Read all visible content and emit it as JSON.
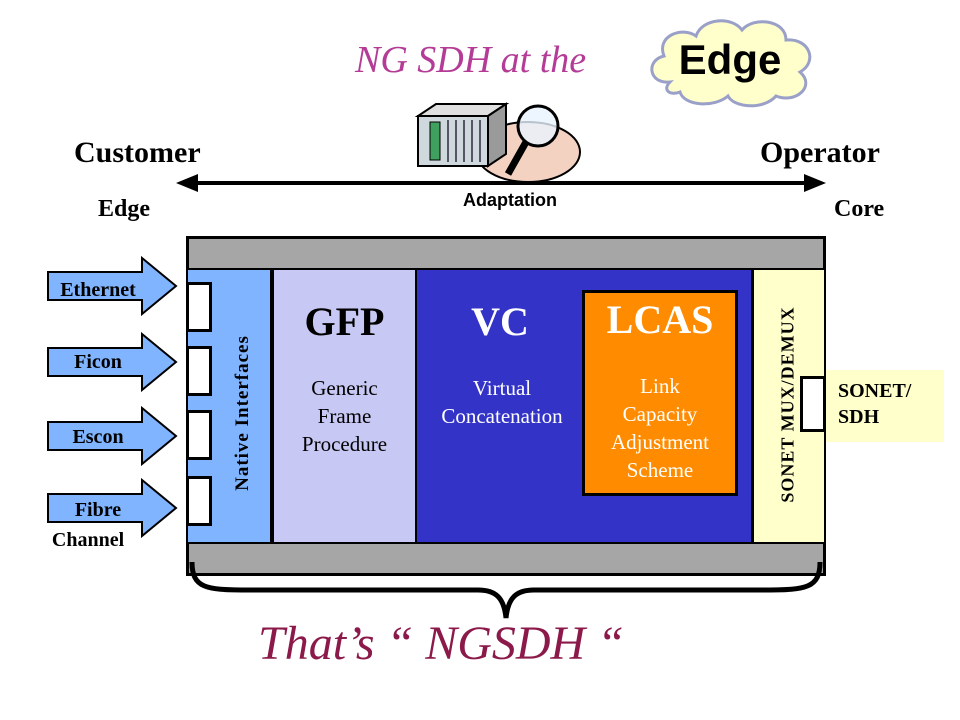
{
  "title": {
    "prefix": "NG SDH at the",
    "cloud": "Edge"
  },
  "axis": {
    "left_top": "Customer",
    "left_bottom": "Edge",
    "right_top": "Operator",
    "right_bottom": "Core",
    "middle": "Adaptation"
  },
  "inputs": [
    "Ethernet",
    "Ficon",
    "Escon",
    "Fibre",
    "Channel"
  ],
  "blocks": {
    "native": "Native  Interfaces",
    "gfp": {
      "title": "GFP",
      "lines": [
        "Generic",
        "Frame",
        "Procedure"
      ]
    },
    "vc": {
      "title": "VC",
      "lines": [
        "Virtual",
        "Concatenation"
      ]
    },
    "lcas": {
      "title": "LCAS",
      "lines": [
        "Link",
        "Capacity",
        "Adjustment",
        "Scheme"
      ]
    },
    "mux": "SONET  MUX/DEMUX"
  },
  "output": {
    "line1": "SONET/",
    "line2": "SDH"
  },
  "footer": "That’s “ NGSDH “",
  "colors": {
    "title": "#b43c96",
    "footer": "#8b1a4a",
    "native": "#80b4ff",
    "gfp": "#c8c8f4",
    "vc": "#3333c8",
    "lcas": "#ff8c00",
    "mux": "#ffffcc",
    "input_arrow": "#80b4ff",
    "cloud": "#ffffcc"
  },
  "icons": [
    "cloud-shape",
    "server-magnifier-icon"
  ]
}
